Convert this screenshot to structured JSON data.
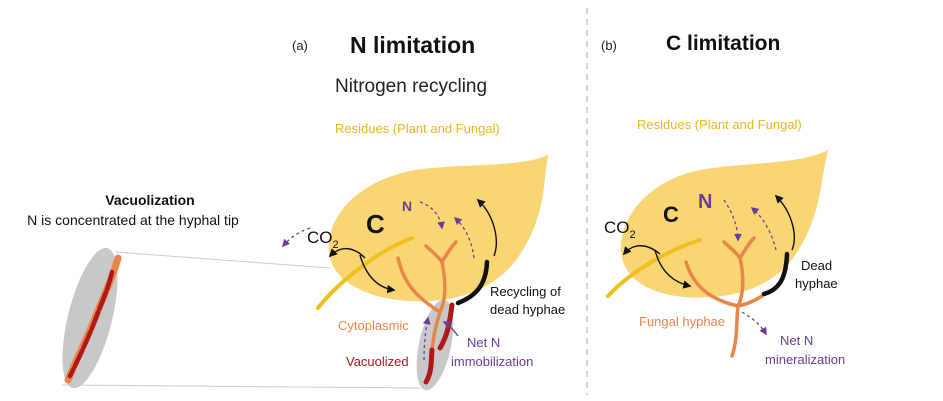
{
  "panel_a": {
    "letter": "(a)",
    "title": "N limitation",
    "subtitle": "Nitrogen recycling",
    "residues_label": "Residues (Plant and Fungal)",
    "vacuolization_title": "Vacuolization",
    "vacuolization_desc": "N is concentrated at the hyphal tip",
    "co2_main": "CO",
    "co2_sub": "2",
    "c_label": "C",
    "n_label": "N",
    "recycling_line1": "Recycling of",
    "recycling_line2": "dead hyphae",
    "cytoplasmic_label": "Cytoplasmic",
    "vacuolized_label": "Vacuolized",
    "net_n_line1": "Net N",
    "net_n_line2": "immobilization"
  },
  "panel_b": {
    "letter": "(b)",
    "title": "C limitation",
    "residues_label": "Residues (Plant and Fungal)",
    "co2_main": "CO",
    "co2_sub": "2",
    "c_label": "C",
    "n_label": "N",
    "dead_line1": "Dead",
    "dead_line2": "hyphae",
    "fungal_label": "Fungal hyphae",
    "net_n_line1": "Net N",
    "net_n_line2": "mineralization"
  },
  "colors": {
    "leaf": "#f9d673",
    "residues_text": "#e8b71c",
    "hyphae_orange": "#e8854a",
    "vacuolized_red": "#b01818",
    "purple": "#6a3d9a",
    "title_black": "#111111",
    "stem_yellow": "#f0c020",
    "gray_ellipse": "#c8c8c8",
    "divider": "#bbbbbb"
  }
}
